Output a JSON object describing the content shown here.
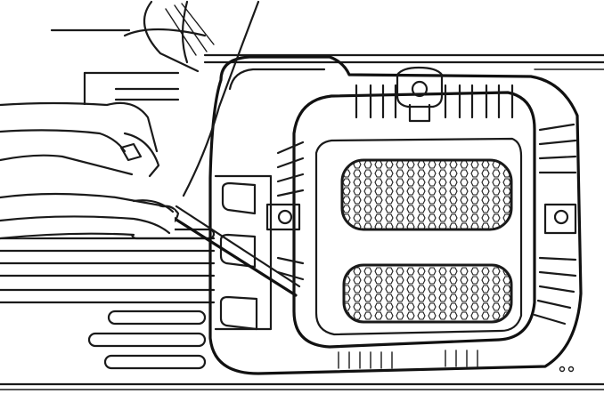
{
  "illustration": {
    "colors": {
      "ink": "#1a1a1a",
      "paper": "#ffffff"
    },
    "parts": [
      "generator-frame-rails",
      "recoil-starter-cover",
      "vent-grille-upper",
      "vent-grille-lower",
      "cooling-fins",
      "cover-mounting-bolt",
      "screwdriver",
      "technician-hands"
    ]
  }
}
